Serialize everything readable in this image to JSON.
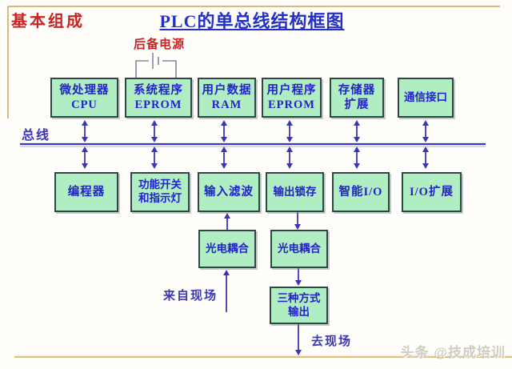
{
  "header": {
    "corner": "基本组成",
    "title": "PLC的单总线结构框图"
  },
  "labels": {
    "backup_power": "后备电源",
    "bus": "总线",
    "from_field": "来自现场",
    "to_field": "去现场"
  },
  "nodes": {
    "row1": [
      {
        "line1": "微处理器",
        "line2": "CPU"
      },
      {
        "line1": "系统程序",
        "line2": "EPROM"
      },
      {
        "line1": "用户数据",
        "line2": "RAM"
      },
      {
        "line1": "用户程序",
        "line2": "EPROM"
      },
      {
        "line1": "存储器",
        "line2": "扩展"
      },
      {
        "line1": "通信接口"
      }
    ],
    "row2": [
      {
        "line1": "编程器"
      },
      {
        "line1": "功能开关",
        "line2": "和指示灯"
      },
      {
        "line1": "输入滤波"
      },
      {
        "line1": "输出锁存"
      },
      {
        "line1": "智能I/O"
      },
      {
        "line1": "I/O扩展"
      }
    ],
    "coupler_left": {
      "line1": "光电耦合"
    },
    "coupler_right": {
      "line1": "光电耦合"
    },
    "output_mode": {
      "line1": "三种方式",
      "line2": "输出"
    }
  },
  "watermark": {
    "text": "头条 @技成培训"
  },
  "colors": {
    "title_blue": "#2230c4",
    "corner_red": "#cc2222",
    "node_fill": "#b0edc2",
    "node_border": "#2e4646",
    "node_text": "#2222cc",
    "arrow_blue": "#3a36b4",
    "bus_blue": "#3a3ab8",
    "frame_tan": "#d9b97c",
    "battery_wire": "#7e89a3",
    "watermark_gray": "#d2ccc0"
  }
}
